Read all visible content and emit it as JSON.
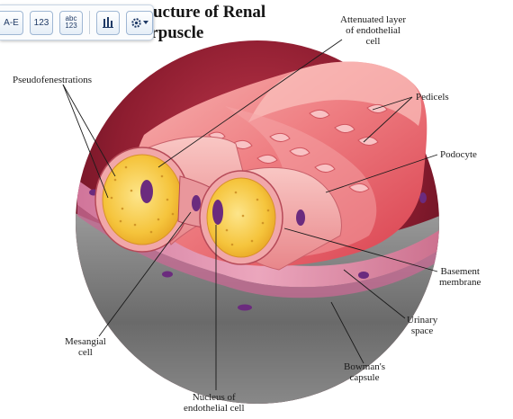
{
  "title": {
    "line1": "Fine Structure of Renal",
    "line2": "Corpuscle"
  },
  "toolbar": {
    "btn_text_style": "A-E",
    "btn_number": "123",
    "btn_abc_top": "abc",
    "btn_abc_bottom": "123",
    "chart_icon": "bar-chart-icon",
    "gear_icon": "gear-icon",
    "caret_icon": "caret-down-icon"
  },
  "labels": {
    "pseudofenestrations": "Pseudofenestrations",
    "attenuated_1": "Attenuated layer",
    "attenuated_2": "of endothelial",
    "attenuated_3": "cell",
    "pedicels": "Pedicels",
    "podocyte": "Podocyte",
    "basement_1": "Basement",
    "basement_2": "membrane",
    "urinary_1": "Urinary",
    "urinary_2": "space",
    "bowmans_1": "Bowman's",
    "bowmans_2": "capsule",
    "mesangial_1": "Mesangial",
    "mesangial_2": "cell",
    "nucleus_1": "Nucleus of",
    "nucleus_2": "endothelial cell"
  },
  "colors": {
    "capsule_shadow": "#6e6e6e",
    "capsule_dark_red": "#8a1a2c",
    "podocyte_pink": "#f08a8e",
    "podocyte_red": "#d93040",
    "lumen_yellow": "#f7c943",
    "nucleus_purple": "#6b2b7e"
  }
}
